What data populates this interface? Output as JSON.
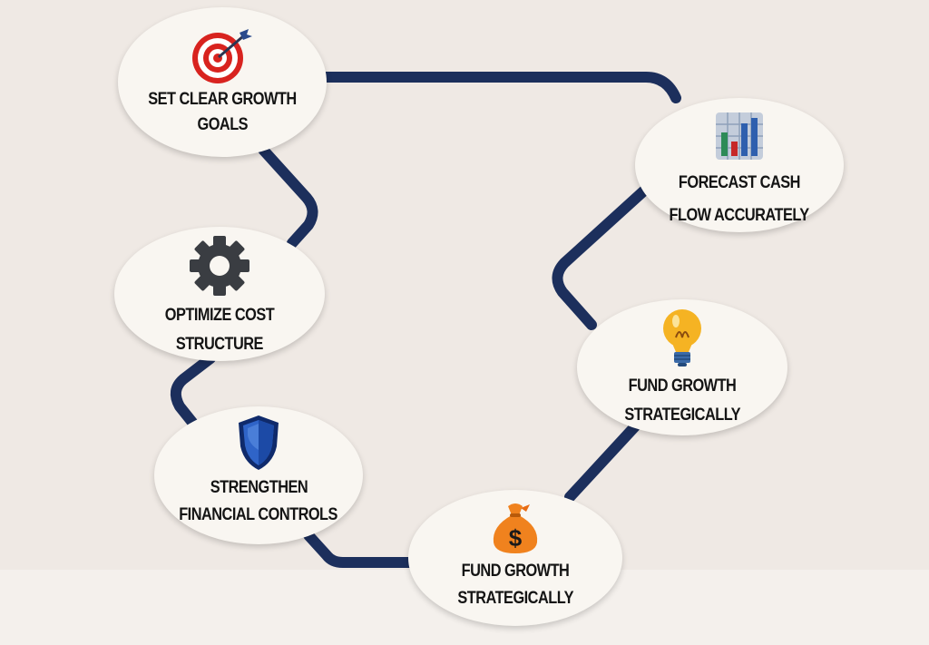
{
  "colors": {
    "background": "#efe9e4",
    "node_fill": "#f9f6f1",
    "connector": "#1c2f5c",
    "label_text": "#141414"
  },
  "nodes": [
    {
      "label_line1": "SET CLEAR GROWTH",
      "label_line2": "GOALS",
      "icon": "target-icon"
    },
    {
      "label_line1": "FORECAST CASH",
      "label_line2": "FLOW ACCURATELY",
      "icon": "bar-chart-icon"
    },
    {
      "label_line1": "OPTIMIZE COST",
      "label_line2": "STRUCTURE",
      "icon": "gear-icon"
    },
    {
      "label_line1": "FUND GROWTH",
      "label_line2": "STRATEGICALLY",
      "icon": "lightbulb-icon"
    },
    {
      "label_line1": "STRENGTHEN",
      "label_line2": "FINANCIAL CONTROLS",
      "icon": "shield-icon"
    },
    {
      "label_line1": "FUND GROWTH",
      "label_line2": "STRATEGICALLY",
      "icon": "money-bag-icon"
    }
  ]
}
